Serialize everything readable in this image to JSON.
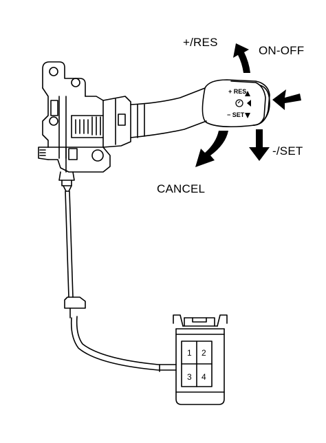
{
  "labels": {
    "res": "+/RES",
    "on_off": "ON-OFF",
    "set": "-/SET",
    "cancel": "CANCEL"
  },
  "lever_markings": {
    "res": "+ RES",
    "set": "− SET"
  },
  "connector_pins": [
    "1",
    "2",
    "3",
    "4"
  ],
  "icons": {
    "direction_arrows": "arrow-icon",
    "cruise_symbol": "cruise-control-icon"
  },
  "colors": {
    "line": "#000000",
    "background": "#ffffff"
  }
}
